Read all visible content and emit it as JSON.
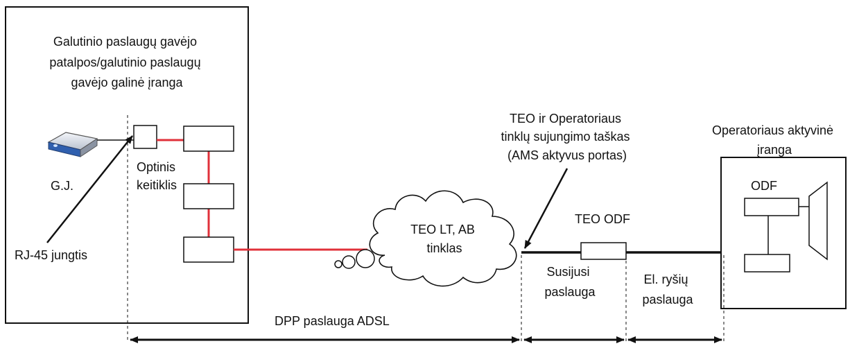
{
  "premises": {
    "title_lines": [
      "Galutinio paslaugų gavėjo",
      "patalpos/galutinio paslaugų",
      "gavėjo galinė įranga"
    ],
    "gj_label": "G.J.",
    "optical_lines": [
      "Optinis",
      "keitiklis"
    ],
    "rj45_label": "RJ-45 jungtis"
  },
  "network": {
    "cloud_lines": [
      "TEO LT, AB",
      "tinklas"
    ],
    "interconnect_lines": [
      "TEO ir Operatoriaus",
      "tinklų sujungimo taškas",
      "(AMS aktyvus portas)"
    ],
    "teo_odf_label": "TEO ODF"
  },
  "operator": {
    "title_lines": [
      "Operatoriaus aktyvinė",
      "įranga"
    ],
    "odf_label": "ODF"
  },
  "segments": {
    "dpp_label": "DPP paslauga ADSL",
    "related_lines": [
      "Susijusi",
      "paslauga"
    ],
    "el_lines": [
      "El. ryšių",
      "paslauga"
    ]
  },
  "colors": {
    "red_line": "#e0303a",
    "ink": "#111111",
    "device_blue": "#3d6fb8"
  }
}
